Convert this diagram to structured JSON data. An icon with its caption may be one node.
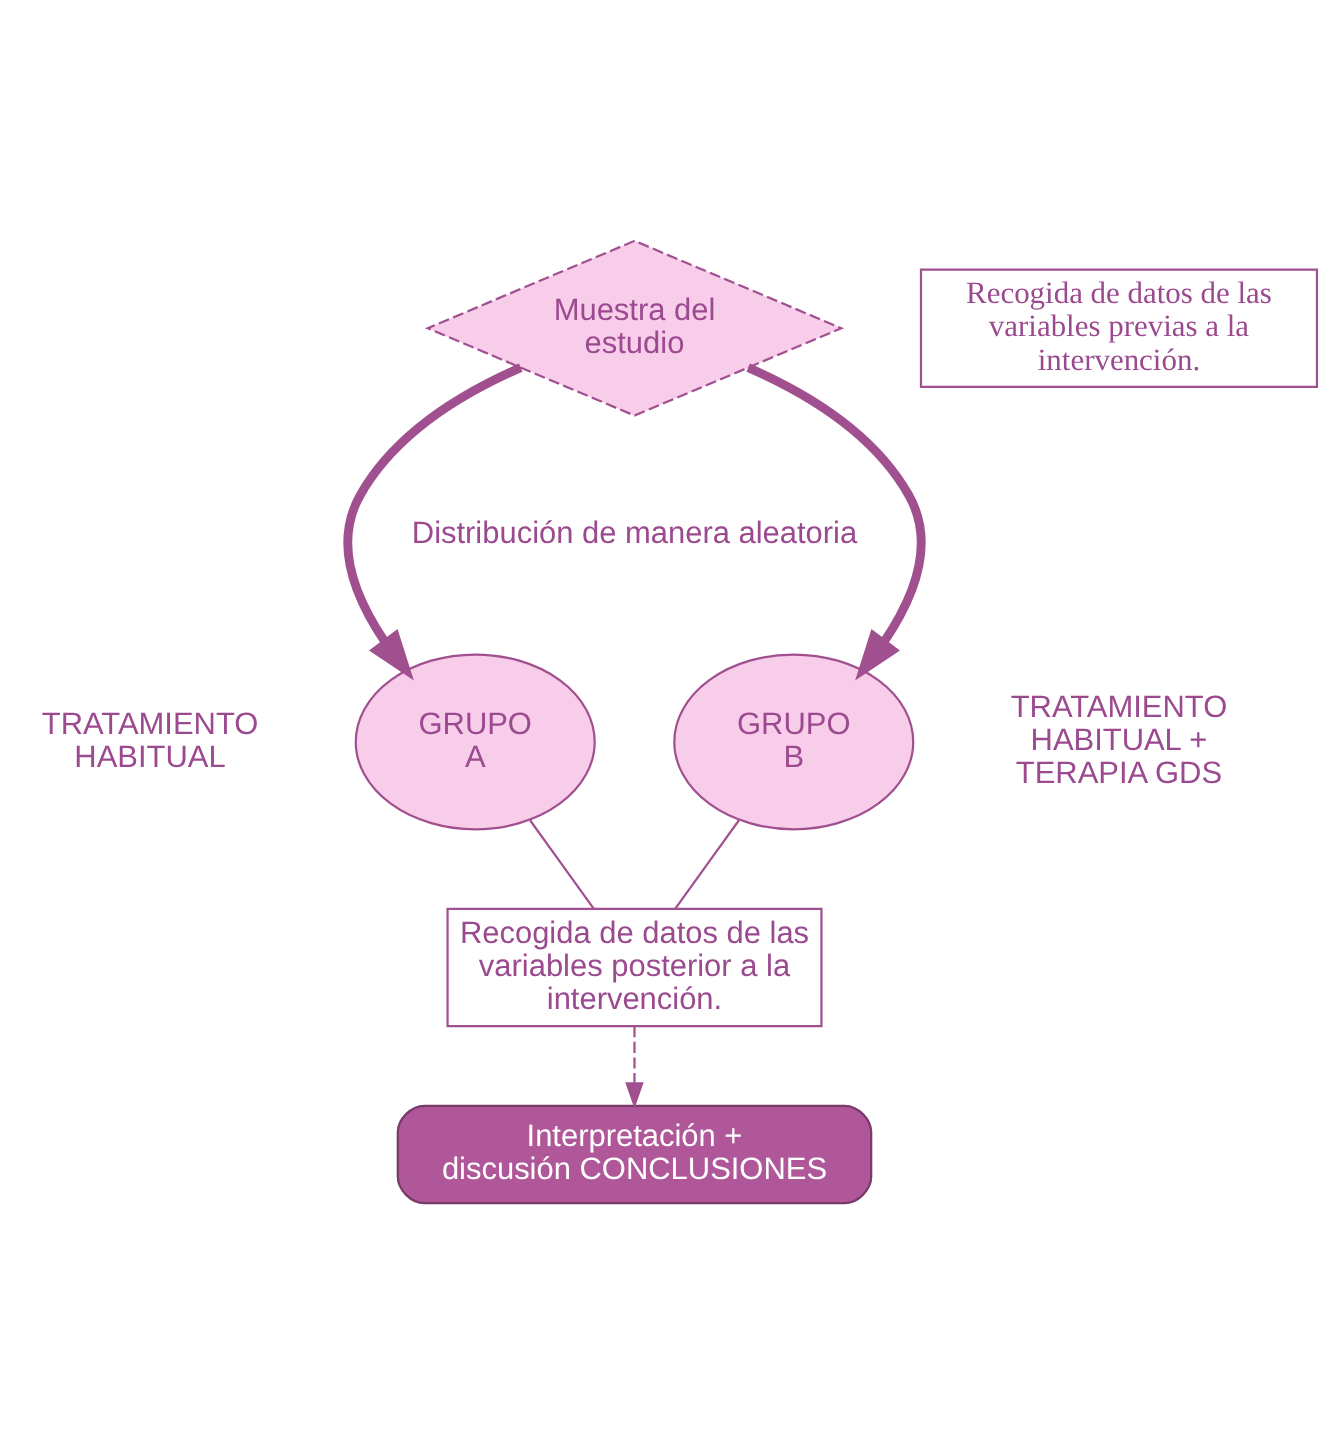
{
  "diagram": {
    "nodes": [
      {
        "text": [
          "Muestra del estudio"
        ]
      },
      {
        "text": [
          "Recogida de datos de las variables previas a la intervención."
        ]
      },
      {
        "text": [
          "GRUPO A"
        ],
        "beside": [
          "TRATAMIENTO HABITUAL"
        ]
      },
      {
        "text": [
          "GRUPO B"
        ],
        "beside": [
          "TRATAMIENTO HABITUAL + TERAPIA GDS"
        ]
      },
      {
        "text": [
          "Recogida de datos de las variables posterior a la intervención."
        ]
      },
      {
        "text": [
          "Interpretación + discusión CONCLUSIONES"
        ]
      }
    ],
    "edges": [
      {
        "from": 0,
        "to": 2,
        "arrow": "to",
        "style": "thick"
      },
      {
        "from": 0,
        "to": 3,
        "arrow": "to",
        "style": "thick"
      },
      {
        "from": 2,
        "to": 4,
        "arrow": "none"
      },
      {
        "from": 3,
        "to": 4,
        "arrow": "none"
      },
      {
        "from": 4,
        "to": 5,
        "arrow": "to",
        "style": "dashed"
      }
    ],
    "labels": [
      "Distribución de manera aleatoria"
    ]
  }
}
